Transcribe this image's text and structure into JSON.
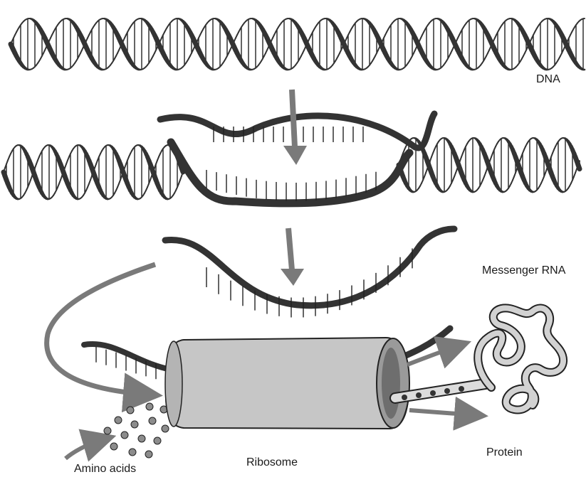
{
  "labels": {
    "dna": "DNA",
    "messenger_rna": "Messenger RNA",
    "amino_acids": "Amino acids",
    "ribosome": "Ribosome",
    "protein": "Protein"
  },
  "colors": {
    "strand": "#333333",
    "rung": "#222222",
    "arrow": "#7a7a7a",
    "ribosome_fill": "#c6c6c6",
    "protein_fill": "#d2d2d2",
    "amino_fill": "#8c8c8c"
  }
}
